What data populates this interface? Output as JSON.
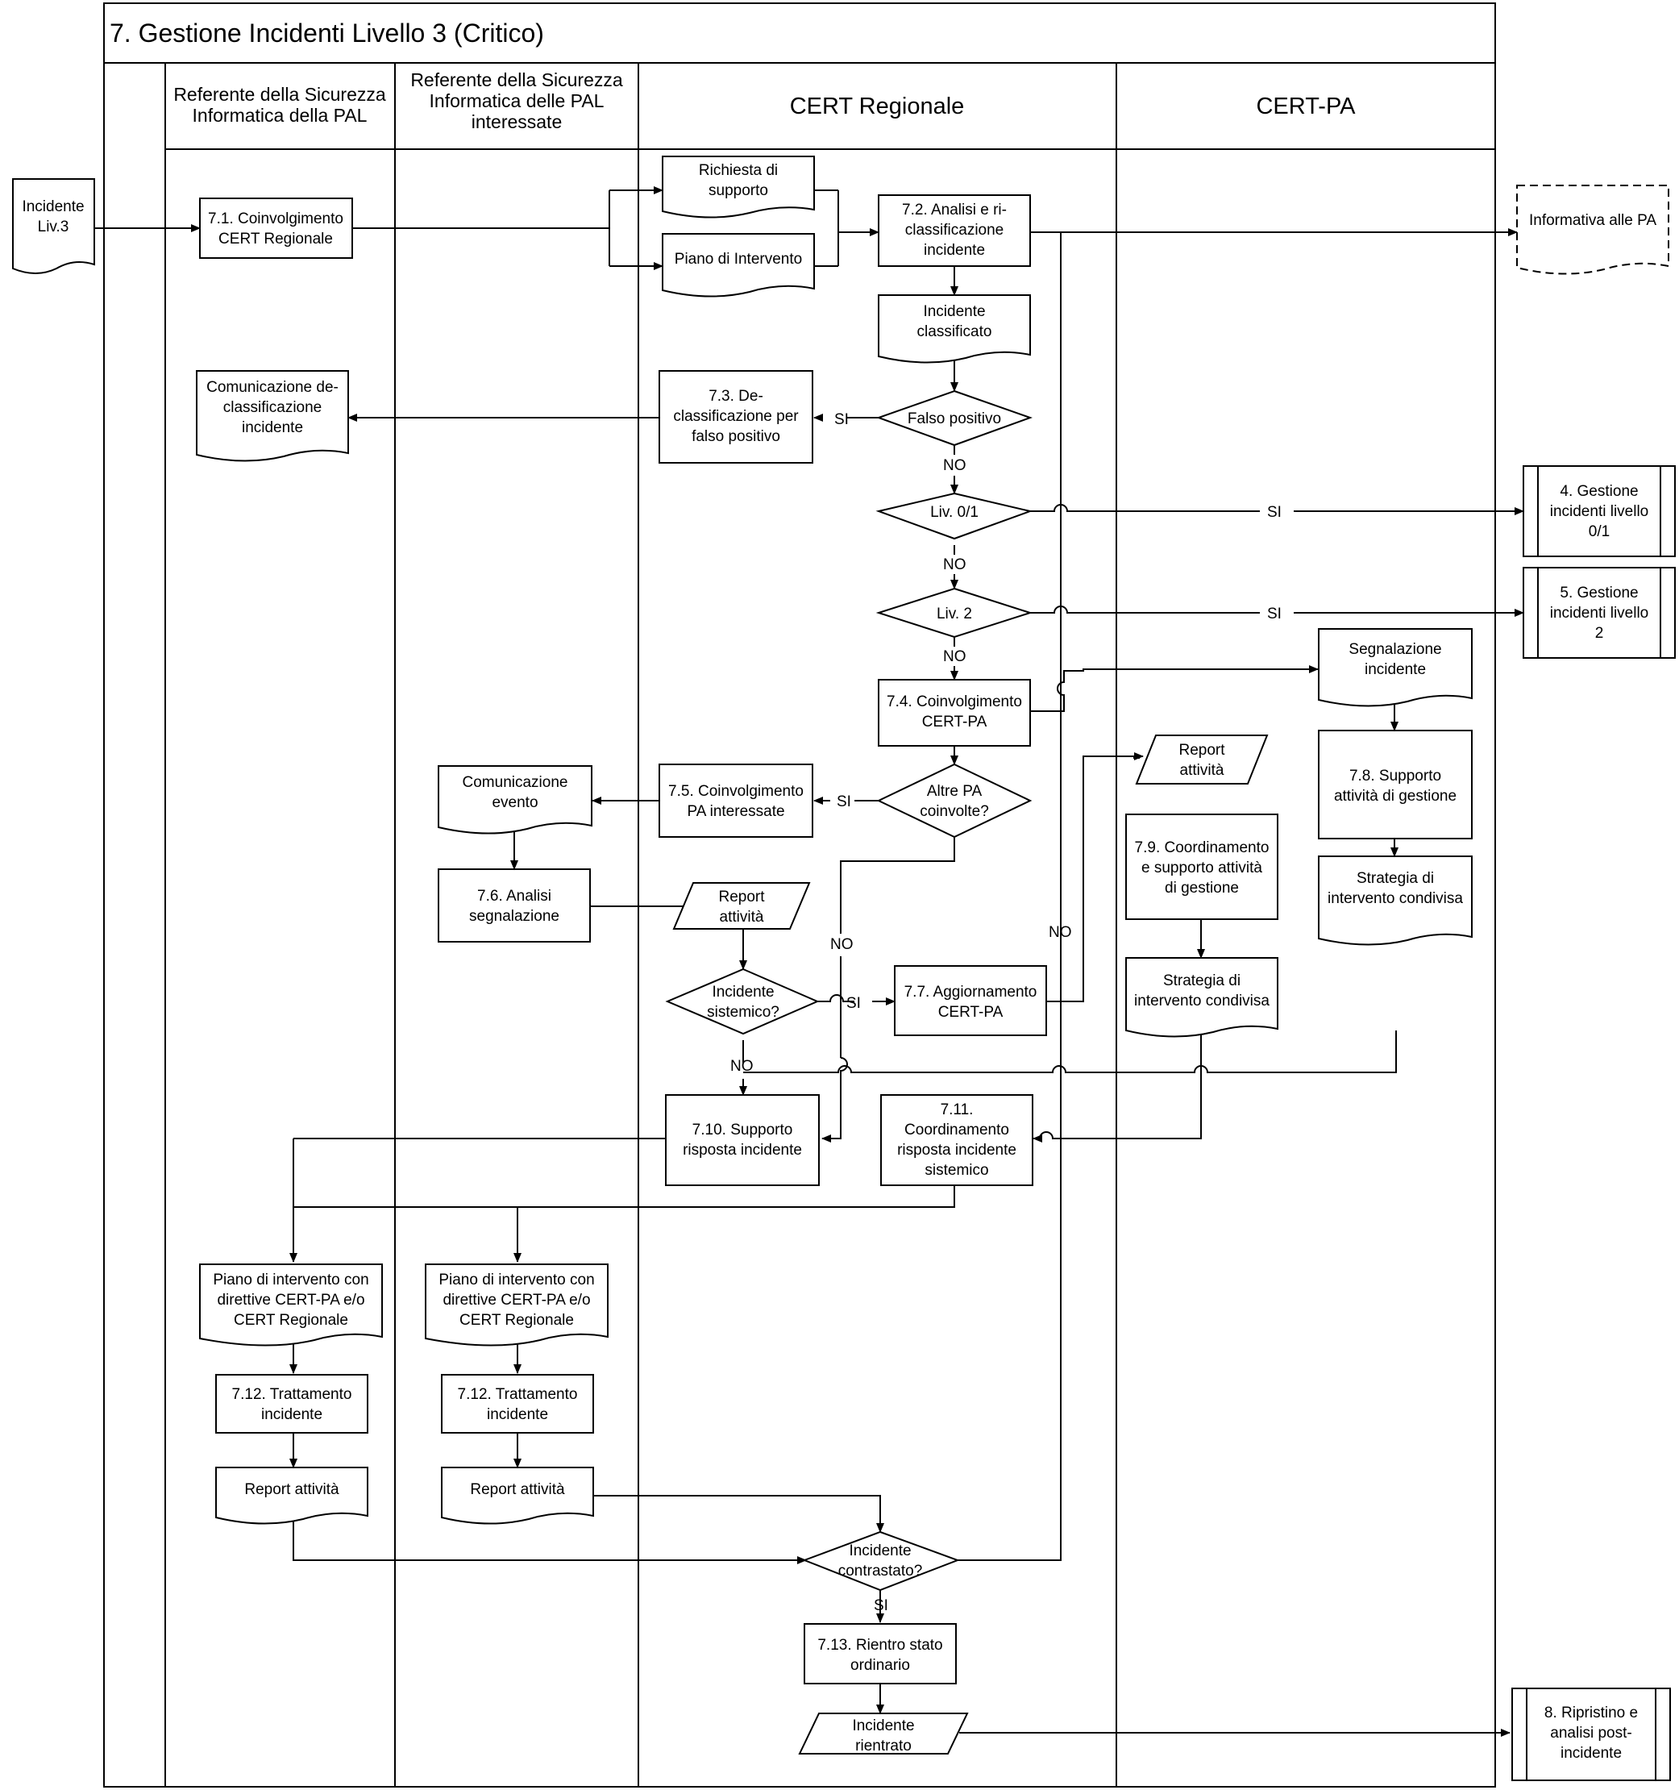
{
  "title": "7. Gestione Incidenti Livello 3 (Critico)",
  "lanes": [
    {
      "id": "pal",
      "lines": [
        "Referente della Sicurezza",
        "Informatica della PAL"
      ]
    },
    {
      "id": "pal-interessate",
      "lines": [
        "Referente della Sicurezza",
        "Informatica delle PAL",
        "interessate"
      ]
    },
    {
      "id": "cert-regionale",
      "lines": [
        "CERT Regionale"
      ]
    },
    {
      "id": "cert-pa",
      "lines": [
        "CERT-PA"
      ]
    }
  ],
  "nodes": {
    "incidente_liv3": {
      "lines": [
        "Incidente",
        "Liv.3"
      ]
    },
    "n71": {
      "lines": [
        "7.1. Coinvolgimento",
        "CERT Regionale"
      ]
    },
    "richiesta_supporto": {
      "lines": [
        "Richiesta di",
        "supporto"
      ]
    },
    "piano_intervento": {
      "lines": [
        "Piano di Intervento"
      ]
    },
    "n72": {
      "lines": [
        "7.2. Analisi e ri-",
        "classificazione",
        "incidente"
      ]
    },
    "informativa_pa": {
      "lines": [
        "Informativa alle PA"
      ]
    },
    "incidente_classificato": {
      "lines": [
        "Incidente",
        "classificato"
      ]
    },
    "falso_positivo": {
      "lines": [
        "Falso positivo"
      ]
    },
    "n73": {
      "lines": [
        "7.3. De-",
        "classificazione per",
        "falso positivo"
      ]
    },
    "comunicazione_declass": {
      "lines": [
        "Comunicazione de-",
        "classificazione",
        "incidente"
      ]
    },
    "liv01": {
      "lines": [
        "Liv. 0/1"
      ]
    },
    "n4": {
      "lines": [
        "4. Gestione",
        "incidenti livello",
        "0/1"
      ]
    },
    "liv2": {
      "lines": [
        "Liv. 2"
      ]
    },
    "n5": {
      "lines": [
        "5. Gestione",
        "incidenti livello",
        "2"
      ]
    },
    "n74": {
      "lines": [
        "7.4. Coinvolgimento",
        "CERT-PA"
      ]
    },
    "segnalazione_incidente": {
      "lines": [
        "Segnalazione",
        "incidente"
      ]
    },
    "altre_pa": {
      "lines": [
        "Altre PA",
        "coinvolte?"
      ]
    },
    "n75": {
      "lines": [
        "7.5. Coinvolgimento",
        "PA interessate"
      ]
    },
    "comunicazione_evento": {
      "lines": [
        "Comunicazione",
        "evento"
      ]
    },
    "n76": {
      "lines": [
        "7.6. Analisi",
        "segnalazione"
      ]
    },
    "report_attivita_1": {
      "lines": [
        "Report",
        "attività"
      ]
    },
    "report_attivita_2": {
      "lines": [
        "Report",
        "attività"
      ]
    },
    "n78": {
      "lines": [
        "7.8. Supporto",
        "attività di gestione"
      ]
    },
    "n79": {
      "lines": [
        "7.9. Coordinamento",
        "e supporto attività",
        "di gestione"
      ]
    },
    "strategia_1": {
      "lines": [
        "Strategia di",
        "intervento condivisa"
      ]
    },
    "strategia_2": {
      "lines": [
        "Strategia di",
        "intervento condivisa"
      ]
    },
    "incidente_sistemico": {
      "lines": [
        "Incidente",
        "sistemico?"
      ]
    },
    "n77": {
      "lines": [
        "7.7. Aggiornamento",
        "CERT-PA"
      ]
    },
    "n710": {
      "lines": [
        "7.10. Supporto",
        "risposta incidente"
      ]
    },
    "n711": {
      "lines": [
        "7.11.",
        "Coordinamento",
        "risposta incidente",
        "sistemico"
      ]
    },
    "piano_direttive_1": {
      "lines": [
        "Piano di intervento con",
        "direttive CERT-PA e/o",
        "CERT Regionale"
      ]
    },
    "piano_direttive_2": {
      "lines": [
        "Piano di intervento con",
        "direttive CERT-PA e/o",
        "CERT Regionale"
      ]
    },
    "n712a": {
      "lines": [
        "7.12. Trattamento",
        "incidente"
      ]
    },
    "n712b": {
      "lines": [
        "7.12. Trattamento",
        "incidente"
      ]
    },
    "report_a": {
      "lines": [
        "Report attività"
      ]
    },
    "report_b": {
      "lines": [
        "Report attività"
      ]
    },
    "incidente_contrastato": {
      "lines": [
        "Incidente",
        "contrastato?"
      ]
    },
    "n713": {
      "lines": [
        "7.13. Rientro stato",
        "ordinario"
      ]
    },
    "incidente_rientrato": {
      "lines": [
        "Incidente",
        "rientrato"
      ]
    },
    "n8": {
      "lines": [
        "8. Ripristino e",
        "analisi post-",
        "incidente"
      ]
    }
  },
  "edge_labels": {
    "si": "SI",
    "no": "NO"
  }
}
